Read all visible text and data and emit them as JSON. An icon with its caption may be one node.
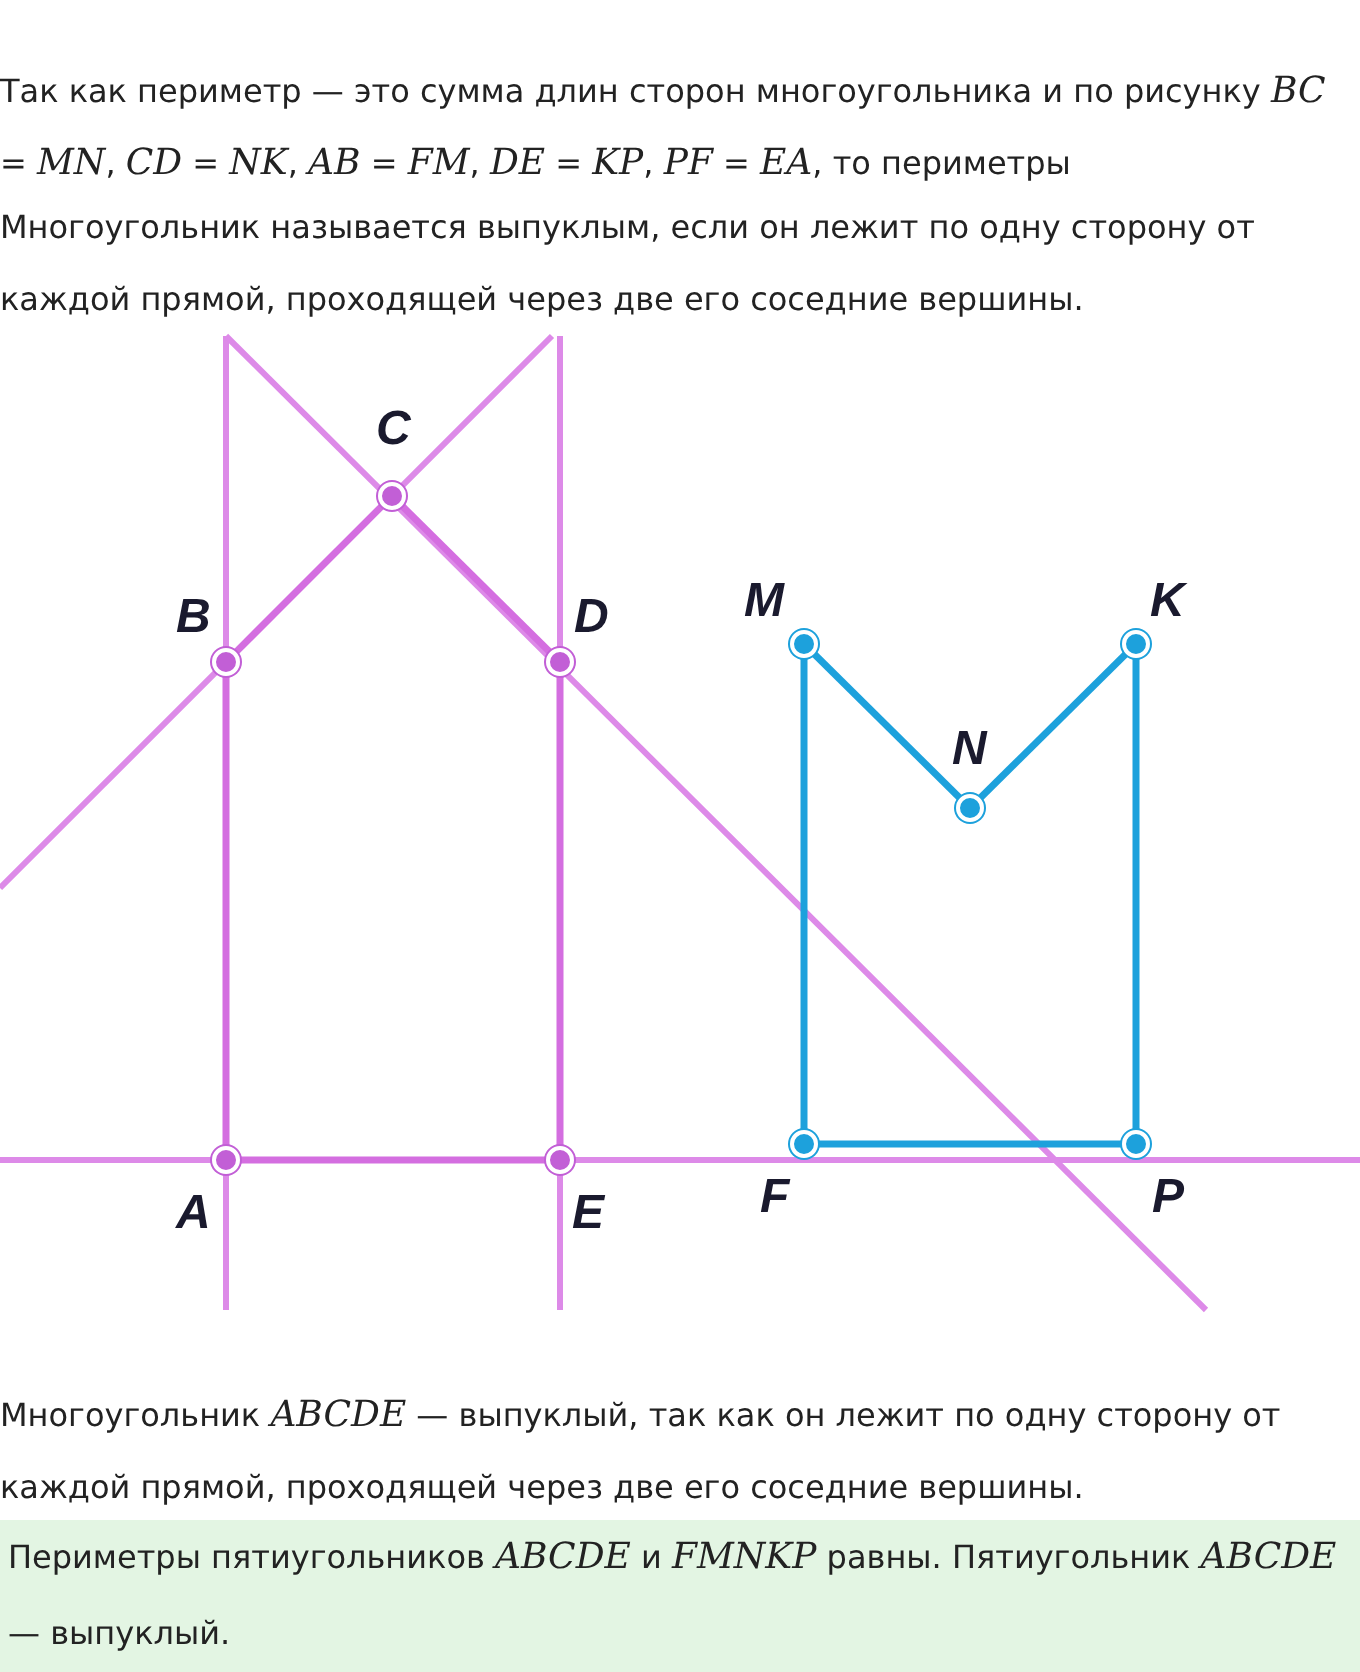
{
  "diagram": {
    "nodes": [
      {
        "text": [],
        "shape": "circle"
      },
      {
        "text": [],
        "shape": "circle"
      },
      {
        "text": [],
        "shape": "circle"
      },
      {
        "text": [],
        "shape": "circle"
      },
      {
        "text": [],
        "shape": "circle"
      },
      {
        "text": [],
        "shape": "circle"
      },
      {
        "text": [],
        "shape": "circle"
      },
      {
        "text": [],
        "shape": "circle"
      },
      {
        "text": [],
        "shape": "circle"
      },
      {
        "text": [],
        "shape": "circle"
      }
    ],
    "edges": [
      {
        "from": 1,
        "to": 0,
        "arrow": "none",
        "color": "#d46ee0"
      },
      {
        "from": 0,
        "to": 2,
        "arrow": "none",
        "color": "#d46ee0"
      },
      {
        "from": 2,
        "to": 3,
        "arrow": "none",
        "color": "#d46ee0"
      },
      {
        "from": 3,
        "to": 4,
        "arrow": "none",
        "color": "#d46ee0"
      },
      {
        "from": 4,
        "to": 1,
        "arrow": "none",
        "color": "#d46ee0"
      },
      {
        "from": 6,
        "to": 5,
        "arrow": "none",
        "color": "#1da1dc"
      },
      {
        "from": 5,
        "to": 7,
        "arrow": "none",
        "color": "#1da1dc"
      },
      {
        "from": 7,
        "to": 8,
        "arrow": "none",
        "color": "#1da1dc"
      },
      {
        "from": 8,
        "to": 9,
        "arrow": "none",
        "color": "#1da1dc"
      },
      {
        "from": 9,
        "to": 6,
        "arrow": "none",
        "color": "#1da1dc"
      }
    ],
    "labels": [
      "Так как периметр — это сумма длин сторон многоугольника и по рисунку *BC* = *MN*, *CD* = *NK*, *AB* = *FM*, *DE* = *KP*, *PF* = *EA*, то периметры",
      "Многоугольник называется выпуклым, если он лежит по одну сторону от каждой прямой, проходящей через две его соседние вершины.",
      "C",
      "B",
      "D",
      "M",
      "K",
      "N",
      "A",
      "E",
      "F",
      "P",
      "Многоугольник *ABCDE* — выпуклый, так как он лежит по одну сторону от каждой прямой, проходящей через две его соседние вершины.",
      "Периметры пятиугольников *ABCDE* и *FMNKP* равны. Пятиугольник *ABCDE* — выпуклый."
    ]
  }
}
